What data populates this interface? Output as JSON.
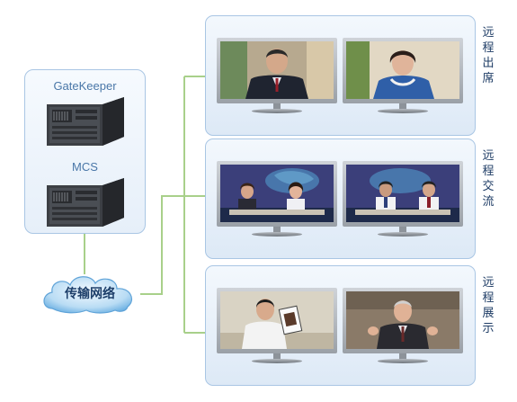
{
  "servers": [
    {
      "label": "GateKeeper"
    },
    {
      "label": "MCS"
    }
  ],
  "network": {
    "label": "传输网络"
  },
  "panels": [
    {
      "label": "远程出席",
      "icon": "conference-screen-icon"
    },
    {
      "label": "远程交流",
      "icon": "studio-screen-icon"
    },
    {
      "label": "远程展示",
      "icon": "presentation-screen-icon"
    }
  ],
  "colors": {
    "connector": "#a8d08a",
    "panel_border": "#a9c6e4",
    "server_label": "#4a77a8",
    "panel_label": "#1f3d66"
  }
}
